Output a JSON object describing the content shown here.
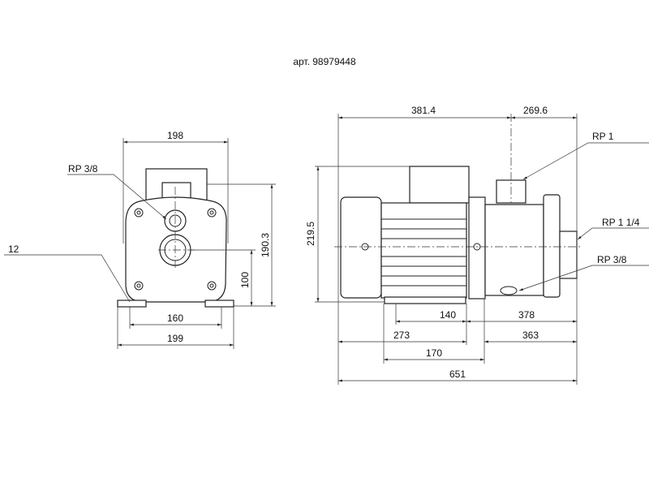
{
  "title": "арт. 98979448",
  "front_view": {
    "dims": {
      "width_top": "198",
      "width_feet": "199",
      "feet_spacing": "160",
      "height": "190.3",
      "axis_height": "100"
    },
    "labels": {
      "port": "RP 3/8",
      "foot": "12"
    }
  },
  "side_view": {
    "dims": {
      "motor_to_port": "381.4",
      "port_to_end": "269.6",
      "height": "219.5",
      "d140": "140",
      "d378": "378",
      "d273": "273",
      "d363": "363",
      "d170": "170",
      "total_length": "651"
    },
    "labels": {
      "outlet": "RP 1",
      "inlet": "RP 1 1/4",
      "drain": "RP 3/8"
    }
  }
}
